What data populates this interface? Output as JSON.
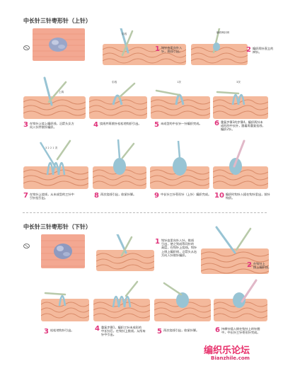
{
  "section_top": {
    "title": "中长针三针枣形针（上针）",
    "steps": [
      {
        "num": "1",
        "text": [
          "钩针由里向外入",
          "针，挑线引出。"
        ]
      },
      {
        "num": "2",
        "text": [
          "编织两针直立的",
          "辫针。"
        ]
      },
      {
        "num": "3",
        "text": [
          "在钩针上绕上编织线，沿箭头反方",
          "向入针并挑针编织。"
        ]
      },
      {
        "num": "4",
        "text": [
          "绕线并再挑针松松地钩织引出。"
        ]
      },
      {
        "num": "5",
        "text": [
          "未成型的中长针一针编织完成。"
        ]
      },
      {
        "num": "6",
        "text": [
          "重复步骤3的步骤4，编织两针未",
          "成形的中长针，跟着再重复挂线，",
          "编织2针。"
        ]
      },
      {
        "num": "7",
        "text": [
          "在钩针上绕线，从未成型的三针中",
          "引针挂引出。"
        ]
      },
      {
        "num": "8",
        "text": [
          "再次绕线引出，收紧针脚。"
        ]
      },
      {
        "num": "9",
        "text": [
          "中长针三针枣形针（上针）编织完成。"
        ]
      },
      {
        "num": "10",
        "text": [
          "编织时钩针入插在钩针里出，前针",
          "钩织。"
        ]
      }
    ],
    "labels": {
      "p1": "引线",
      "p2": "编织两针辫",
      "p3": "上钩",
      "p4": "引线",
      "p5": "1次",
      "p6": "3次",
      "p7": "3 2 2 1 次"
    }
  },
  "section_bottom": {
    "title": "中长针三针枣形针（下针）",
    "steps": [
      {
        "num": "1",
        "text": [
          "钩针由里向外入针，挑线",
          "引出，使之到成等同针的",
          "高度，在钩针上绕线。钩针",
          "上挑上编织线，沿箭头从右",
          "方向入针挑针编织。"
        ]
      },
      {
        "num": "2",
        "text": [
          "在钩针上",
          "挑上编织线，"
        ]
      },
      {
        "num": "3",
        "text": [
          "松松地钩针引出。"
        ]
      },
      {
        "num": "4",
        "text": [
          "重复步骤1，编织三针未成形的",
          "中长针后，在钩针上挑线，从所有",
          "针中引出。"
        ]
      },
      {
        "num": "5",
        "text": [
          "再次绕线引出，收紧针脚。"
        ]
      },
      {
        "num": "6",
        "text": [
          "持棒针插入挑在钩针上的针圈",
          "中，中长针三针枣形针完成。"
        ]
      }
    ]
  },
  "watermark": {
    "brand": "编织乐论坛",
    "url": "Bianzhile.com"
  },
  "colors": {
    "accent": "#e0347c",
    "knit": "#f2b596",
    "knit_line": "#dc8c6a",
    "yarn": "#8dc2d2",
    "hook": "#b8c7ab"
  }
}
